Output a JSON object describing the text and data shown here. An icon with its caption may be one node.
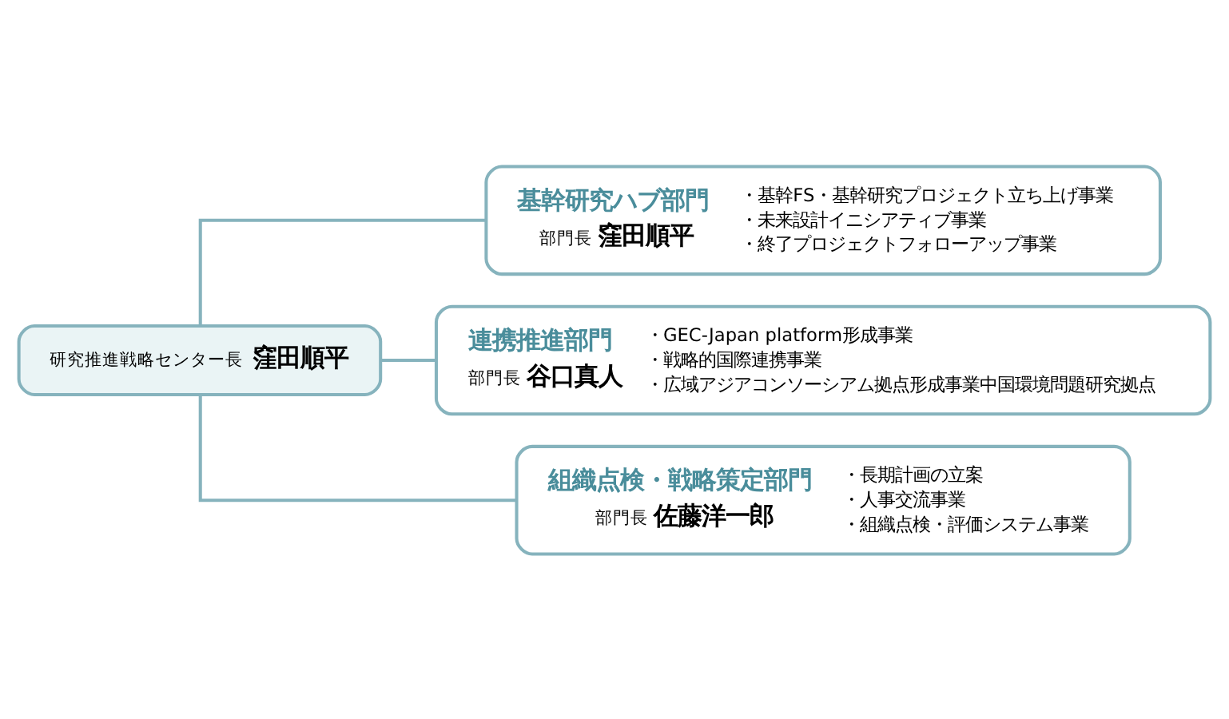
{
  "diagram": {
    "nodes": [
      {
        "text": [
          "研究推進戦略センター長",
          "窪田順平"
        ]
      },
      {
        "text": [
          "基幹研究ハブ部門",
          "部門長",
          "窪田順平",
          "・基幹FS・基幹研究プロジェクト立ち上げ事業",
          "・未来設計イニシアティブ事業",
          "・終了プロジェクトフォローアップ事業"
        ]
      },
      {
        "text": [
          "連携推進部門",
          "部門長",
          "谷口真人",
          "・GEC-Japan platform形成事業",
          "・戦略的国際連携事業",
          "・広域アジアコンソーシアム拠点形成事業中国環境問題研究拠点"
        ]
      },
      {
        "text": [
          "組織点検・戦略策定部門",
          "部門長",
          "佐藤洋一郎",
          "・長期計画の立案",
          "・人事交流事業",
          "・組織点検・評価システム事業"
        ]
      }
    ],
    "edges": [
      {
        "from": 0,
        "to": 1,
        "arrow": "none"
      },
      {
        "from": 0,
        "to": 2,
        "arrow": "none"
      },
      {
        "from": 0,
        "to": 3,
        "arrow": "none"
      }
    ]
  }
}
